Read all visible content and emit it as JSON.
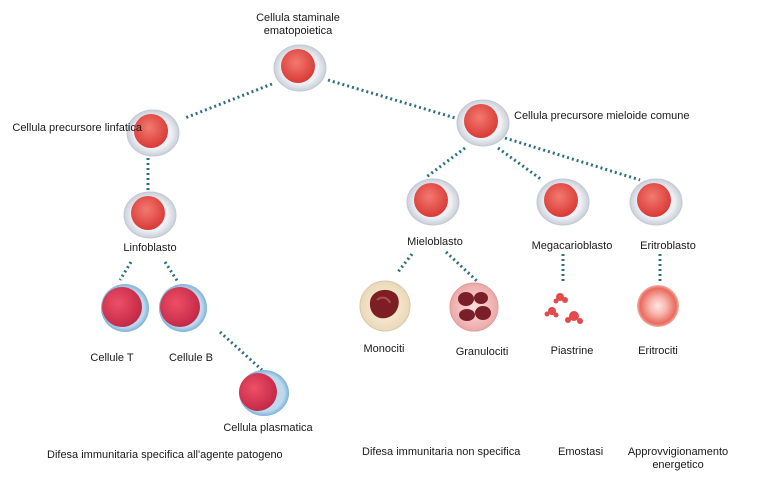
{
  "nodes": {
    "stem": "Cellula staminale ematopoietica",
    "lymphoid_precursor": "Cellula precursore linfatica",
    "myeloid_precursor": "Cellula precursore mieloide comune",
    "lymphoblast": "Linfoblasto",
    "myeloblast": "Mieloblasto",
    "megakaryoblast": "Megacarioblasto",
    "erythroblast": "Eritroblasto",
    "t_cells": "Cellule T",
    "b_cells": "Cellule B",
    "plasma_cell": "Cellula plasmatica",
    "monocytes": "Monociti",
    "granulocytes": "Granulociti",
    "platelets": "Piastrine",
    "erythrocytes": "Eritrociti"
  },
  "functions": {
    "specific_immunity": "Difesa immunitaria specifica all'agente patogeno",
    "nonspecific_immunity": "Difesa immunitaria non specifica",
    "hemostasis": "Emostasi",
    "energy_supply": "Approvvigionamento energetico"
  },
  "colors": {
    "connector": "#2f6f84",
    "cell_fill": "#e4443f",
    "halo": "#d7dde6",
    "lymphocyte_rim": "#8fbde0"
  }
}
